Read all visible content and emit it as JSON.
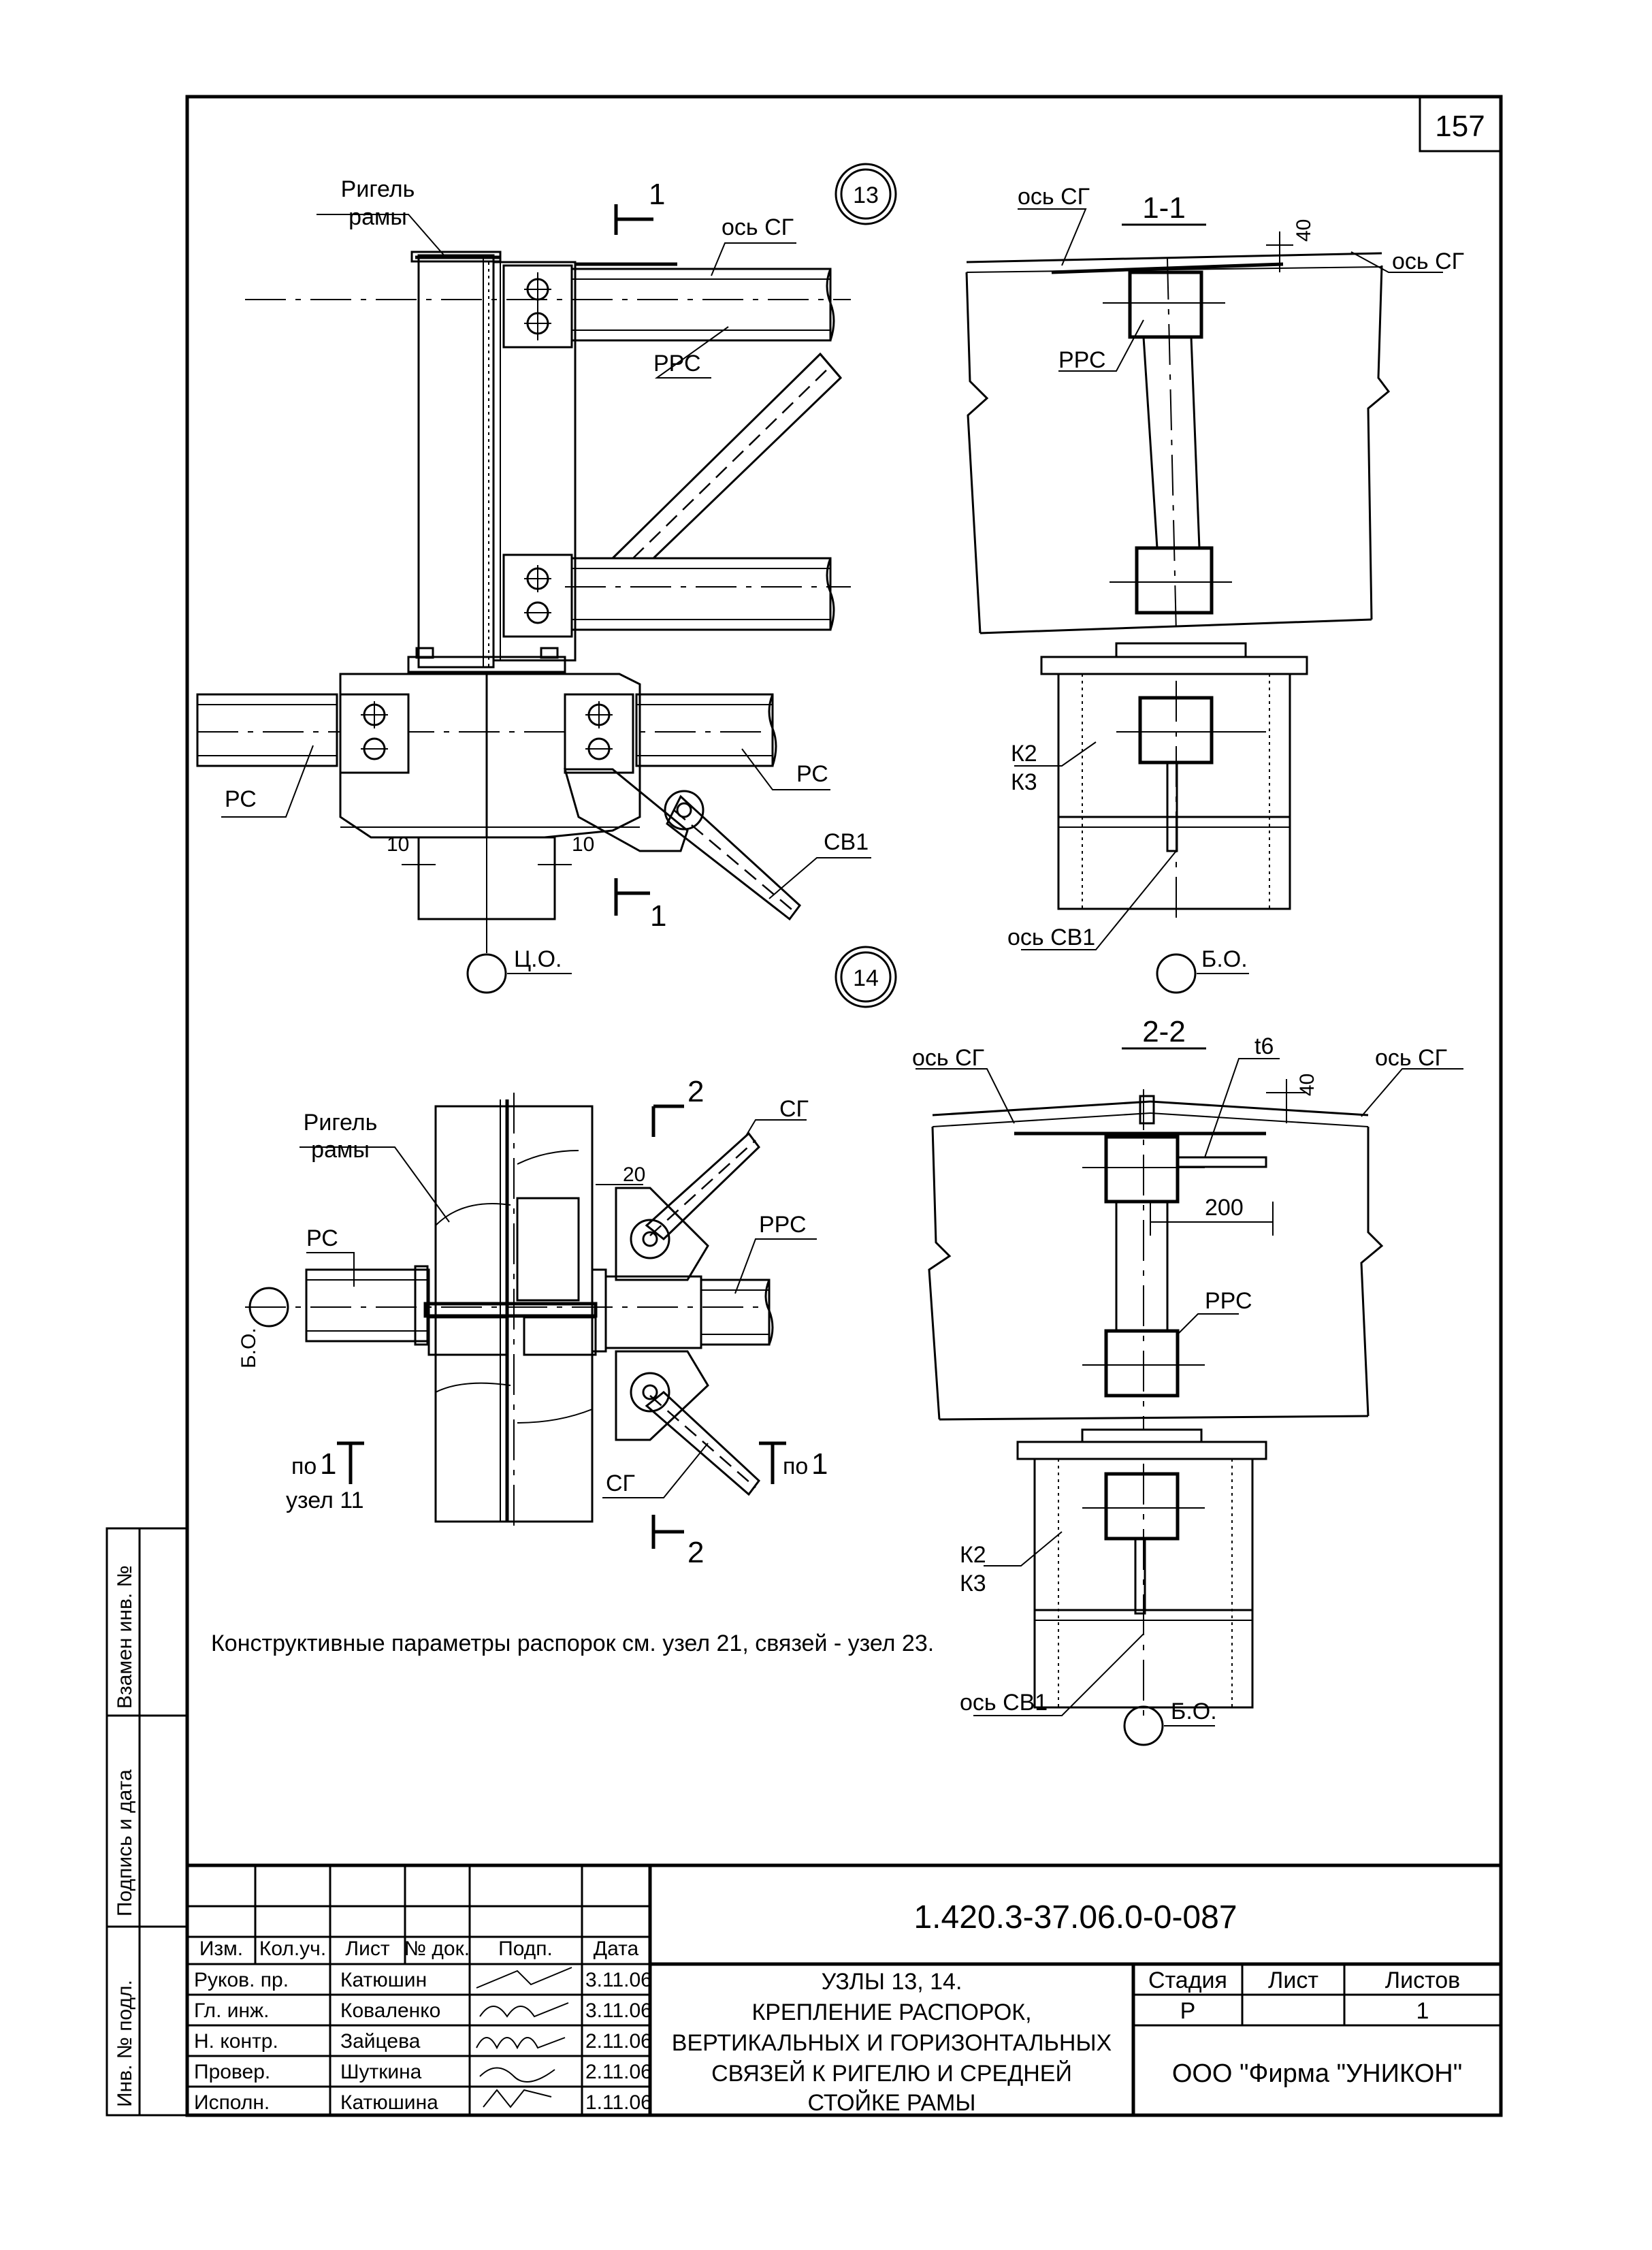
{
  "sheet_number": "157",
  "node13": {
    "number": "13",
    "rigel_line1": "Ригель",
    "rigel_line2": "рамы",
    "axis_sg": "ось СГ",
    "rrs": "РРС",
    "rs_left": "РС",
    "rs_right": "РС",
    "sv1": "СВ1",
    "dim_left": "10",
    "dim_right": "10",
    "axis_center": "Ц.О.",
    "cut_top": "1",
    "cut_bottom": "1"
  },
  "section11": {
    "title": "1-1",
    "axis_sg_left": "ось СГ",
    "axis_sg_right": "ось СГ",
    "dim_40": "40",
    "rrs": "РРС",
    "k2": "К2",
    "k3": "К3",
    "axis_sv1": "ось СВ1",
    "axis_bo": "Б.О."
  },
  "node14": {
    "number": "14",
    "rigel_line1": "Ригель",
    "rigel_line2": "рамы",
    "rs": "РС",
    "rrs": "РРС",
    "sg_top": "СГ",
    "sg_bottom": "СГ",
    "dim_20": "20",
    "axis_bo": "Б.О.",
    "ref_left_po": "по",
    "ref_left_num": "1",
    "ref_left_uzel": "узел 11",
    "ref_right_po": "по",
    "ref_right_num": "1",
    "cut_top": "2",
    "cut_bottom": "2"
  },
  "section22": {
    "title": "2-2",
    "axis_sg_left": "ось СГ",
    "axis_sg_right": "ось СГ",
    "t6": "t6",
    "dim_40": "40",
    "dim_200": "200",
    "rrs": "РРС",
    "k2": "К2",
    "k3": "К3",
    "axis_sv1": "ось СВ1",
    "axis_bo": "Б.О."
  },
  "note": "Конструктивные параметры распорок см. узел 21, связей - узел 23.",
  "side_labels": {
    "zamen": "Взамен инв. №",
    "podpis": "Подпись и дата",
    "inv": "Инв. № подл."
  },
  "title_block": {
    "code": "1.420.3-37.06.0-0-087",
    "col_headers": [
      "Изм.",
      "Кол.уч.",
      "Лист",
      "№ док.",
      "Подп.",
      "Дата"
    ],
    "people": [
      {
        "role": "Руков. пр.",
        "name": "Катюшин",
        "date": "3.11.06"
      },
      {
        "role": "Гл. инж.",
        "name": "Коваленко",
        "date": "3.11.06"
      },
      {
        "role": "Н. контр.",
        "name": "Зайцева",
        "date": "2.11.06"
      },
      {
        "role": "Провер.",
        "name": "Шуткина",
        "date": "2.11.06"
      },
      {
        "role": "Исполн.",
        "name": "Катюшина",
        "date": "1.11.06"
      }
    ],
    "title_lines": [
      "УЗЛЫ 13, 14.",
      "КРЕПЛЕНИЕ РАСПОРОК,",
      "ВЕРТИКАЛЬНЫХ И ГОРИЗОНТАЛЬНЫХ",
      "СВЯЗЕЙ К РИГЕЛЮ И СРЕДНЕЙ",
      "СТОЙКЕ РАМЫ"
    ],
    "stage_label": "Стадия",
    "sheet_label": "Лист",
    "sheets_label": "Листов",
    "stage_value": "Р",
    "sheet_value": "",
    "sheets_value": "1",
    "company": "ООО  \"Фирма \"УНИКОН\""
  }
}
